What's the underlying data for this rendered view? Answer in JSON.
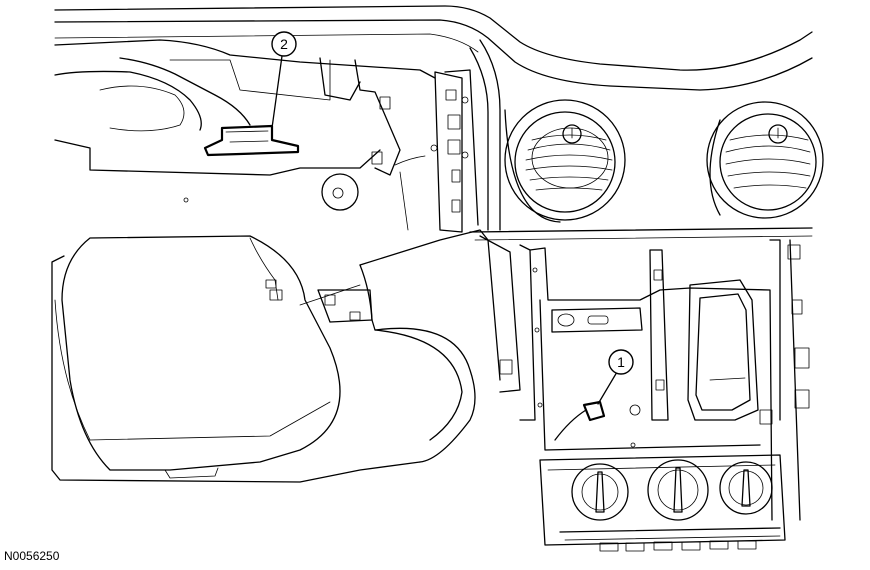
{
  "figure": {
    "id": "N0056250",
    "callouts": [
      {
        "number": "1"
      },
      {
        "number": "2"
      }
    ]
  }
}
